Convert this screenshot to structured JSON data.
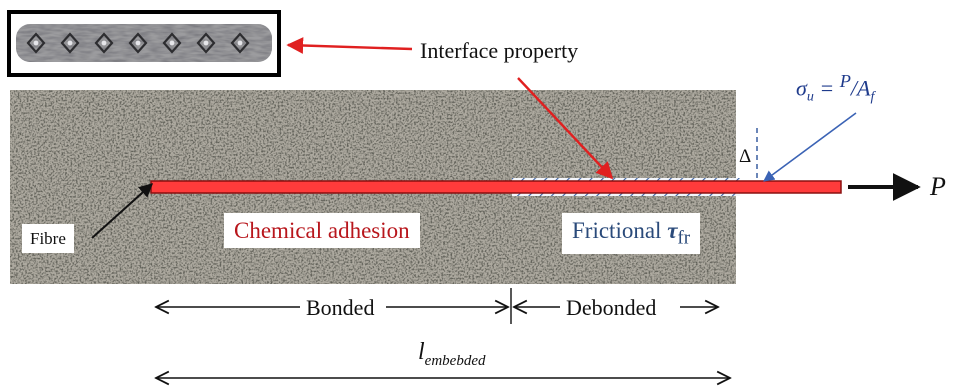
{
  "labels": {
    "interface": "Interface property",
    "sigma_lhs": "σ",
    "sigma_sub": "u",
    "sigma_eq": " = ",
    "sigma_p": "P",
    "sigma_slash": "/",
    "sigma_a": "A",
    "sigma_a_sub": "f",
    "delta": "Δ",
    "load": "P",
    "fibre": "Fibre",
    "chemical": "Chemical adhesion",
    "frictional": "Frictional ",
    "tau": "τ",
    "tau_sub": "fr",
    "bonded": "Bonded",
    "debonded": "Debonded",
    "l_main": "l",
    "l_sub": "embebded"
  },
  "colors": {
    "fibre_fill": "#ff3b3b",
    "fibre_edge": "#8a1010",
    "arrow_red": "#e02020",
    "arrow_blue": "#3b63b5",
    "matrix_base": "#a9a69c",
    "hatch": "#3a5fa0"
  }
}
